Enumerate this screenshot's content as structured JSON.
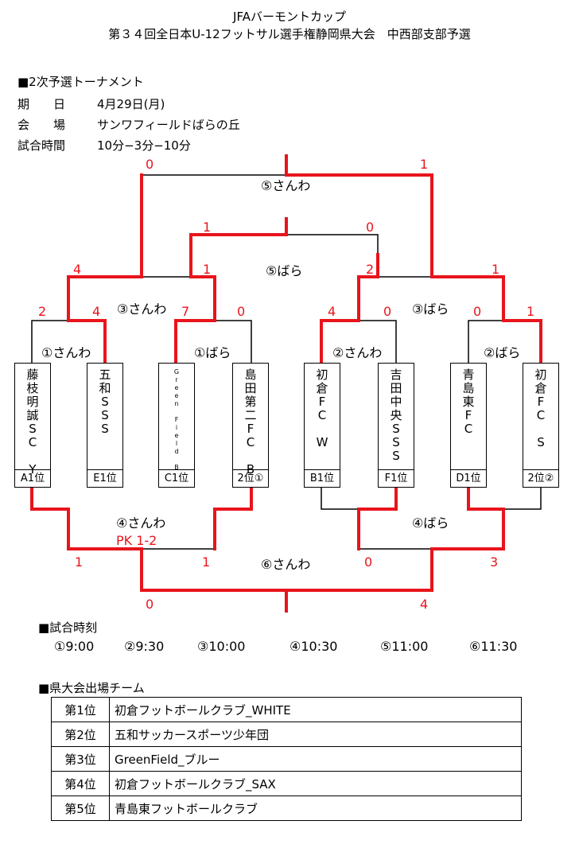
{
  "header": {
    "title1": "JFAバーモントカップ",
    "title2": "第３４回全日本U-12フットサル選手権静岡県大会　中西部支部予選"
  },
  "info": {
    "section": "■2次予選トーナメント",
    "date_label": "期　　日",
    "date_value": "4月29日(月)",
    "venue_label": "会　　場",
    "venue_value": "サンワフィールドばらの丘",
    "time_label": "試合時間",
    "time_value": "10分−3分−10分"
  },
  "teams": [
    {
      "name": [
        "藤",
        "枝",
        "明",
        "誠",
        "S",
        "C",
        "",
        "Y"
      ],
      "seed": "A1位",
      "small": false
    },
    {
      "name": [
        "五",
        "和",
        "S",
        "S",
        "S"
      ],
      "seed": "E1位",
      "small": false
    },
    {
      "name": [
        "G",
        "r",
        "e",
        "e",
        "n",
        "",
        "F",
        "i",
        "e",
        "l",
        "d",
        "",
        "B"
      ],
      "seed": "C1位",
      "small": true
    },
    {
      "name": [
        "島",
        "田",
        "第",
        "二",
        "F",
        "C",
        "",
        "B"
      ],
      "seed": "2位①",
      "small": false
    },
    {
      "name": [
        "初",
        "倉",
        "F",
        "C",
        "",
        "W"
      ],
      "seed": "B1位",
      "small": false
    },
    {
      "name": [
        "吉",
        "田",
        "中",
        "央",
        "S",
        "S",
        "S"
      ],
      "seed": "F1位",
      "small": false
    },
    {
      "name": [
        "青",
        "島",
        "東",
        "F",
        "C"
      ],
      "seed": "D1位",
      "small": false
    },
    {
      "name": [
        "初",
        "倉",
        "F",
        "C",
        "",
        "S"
      ],
      "seed": "2位②",
      "small": false
    }
  ],
  "matches": {
    "m1_sanwa": "①さんわ",
    "m1_bara": "①ばら",
    "m2_sanwa": "②さんわ",
    "m2_bara": "②ばら",
    "m3_sanwa": "③さんわ",
    "m3_bara": "③ばら",
    "m4_sanwa": "④さんわ",
    "m4_bara": "④ばら",
    "m5_sanwa": "⑤さんわ",
    "m5_bara": "⑤ばら",
    "m6_sanwa": "⑥さんわ",
    "pk": "PK 1-2"
  },
  "scores": {
    "r1_a": "2",
    "r1_b": "4",
    "r1_c": "7",
    "r1_d": "0",
    "r1_e": "4",
    "r1_f": "0",
    "r1_g": "0",
    "r1_h": "1",
    "r2_l": "4",
    "r2_m": "1",
    "r2_n": "2",
    "r2_o": "1",
    "sf_l": "1",
    "sf_r": "0",
    "final_l": "0",
    "final_r": "1",
    "r4_l1": "1",
    "r4_l2": "1",
    "r4_r1": "0",
    "r4_r2": "3",
    "third_l": "0",
    "third_r": "4"
  },
  "schedule": {
    "heading": "■試合時刻",
    "times": [
      "①9:00",
      "②9:30",
      "③10:00",
      "④10:30",
      "⑤11:00",
      "⑥11:30"
    ]
  },
  "results": {
    "heading": "■県大会出場チーム",
    "rows": [
      {
        "rank": "第1位",
        "team": "初倉フットボールクラブ_WHITE"
      },
      {
        "rank": "第2位",
        "team": "五和サッカースポーツ少年団"
      },
      {
        "rank": "第3位",
        "team": "GreenField_ブルー"
      },
      {
        "rank": "第4位",
        "team": "初倉フットボールクラブ_SAX"
      },
      {
        "rank": "第5位",
        "team": "青島東フットボールクラブ"
      }
    ]
  },
  "colors": {
    "winner_line": "#e8141c",
    "line": "#000000"
  }
}
